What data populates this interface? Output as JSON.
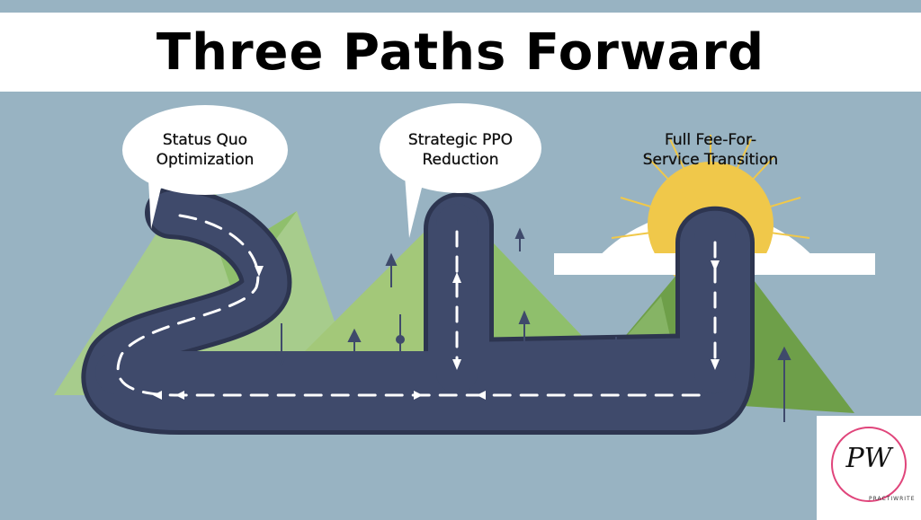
{
  "header": {
    "title": "Three Paths Forward"
  },
  "paths": [
    {
      "label_line1": "Status Quo",
      "label_line2": "Optimization"
    },
    {
      "label_line1": "Strategic PPO",
      "label_line2": "Reduction"
    },
    {
      "label_line1": "Full Fee-For-",
      "label_line2": "Service Transition"
    }
  ],
  "logo": {
    "monogram": "PW",
    "wordmark": "PRACTIWRITE"
  },
  "colors": {
    "sky": "#98b3c2",
    "mountain_light": "#a7cc8c",
    "mountain_mid": "#8fbf6c",
    "mountain_dark": "#6e9f49",
    "road": "#3f4a6b",
    "road_edge": "#2d3550",
    "sun": "#f0c84a",
    "accent_pink": "#e0457b"
  },
  "icons": [
    "arrow-up-icon",
    "arrow-down-icon",
    "arrow-left-icon",
    "arrow-right-icon",
    "sun-icon"
  ]
}
